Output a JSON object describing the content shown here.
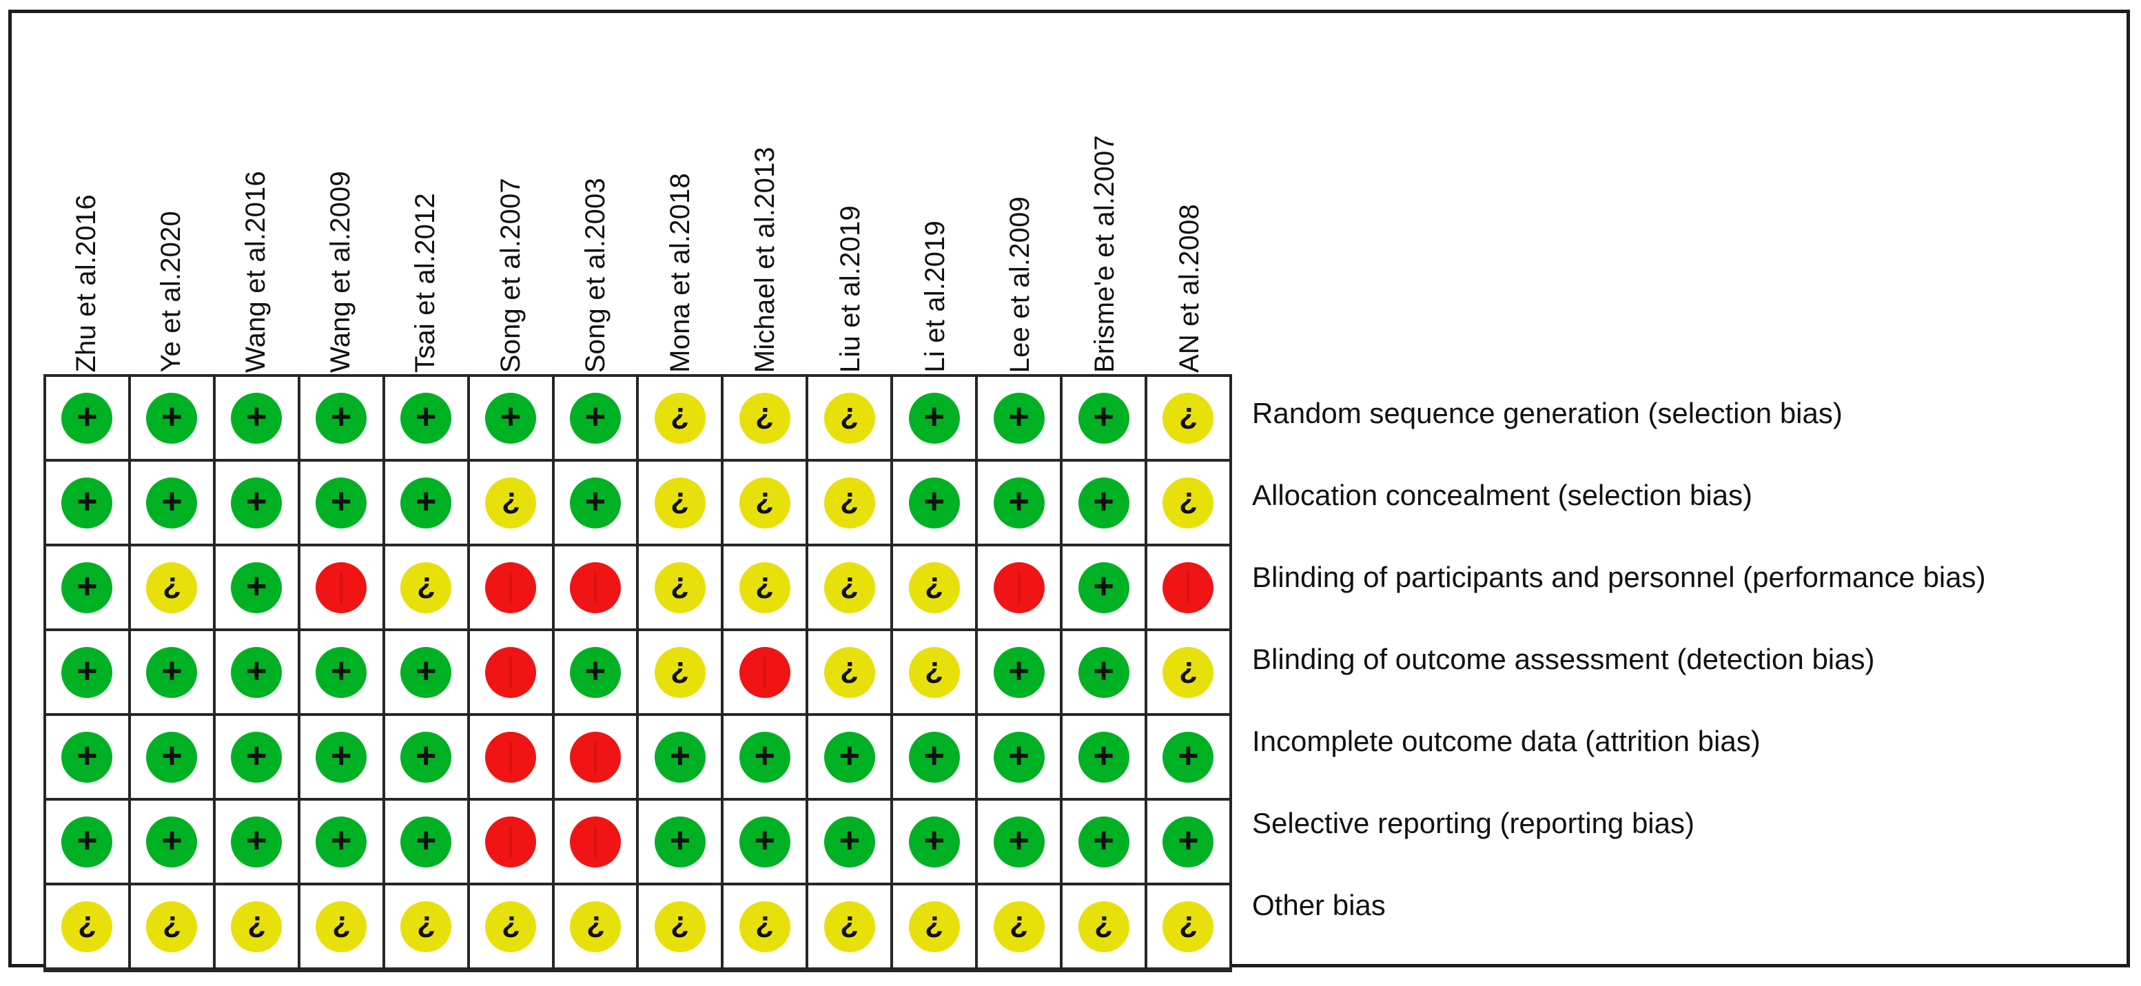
{
  "figure": {
    "kind": "risk-of-bias-summary",
    "colors": {
      "low_risk": "#00b123",
      "unclear_risk": "#e8e00b",
      "high_risk": "#f01414",
      "grid_line": "#262626",
      "text": "#111111",
      "background": "#ffffff"
    },
    "glyphs": {
      "low_risk": "+",
      "unclear_risk": "?",
      "high_risk": "–"
    }
  },
  "chart_data": {
    "type": "heatmap",
    "title": "",
    "xlabel": "",
    "ylabel": "",
    "legend": [],
    "categories": [
      "Zhu et al.2016",
      "Ye et al.2020",
      "Wang et al.2016",
      "Wang et al.2009",
      "Tsai et al.2012",
      "Song et al.2007",
      "Song et al.2003",
      "Mona et al.2018",
      "Michael et al.2013",
      "Liu et al.2019",
      "Li et al.2019",
      "Lee et al.2009",
      "Brisme'e et al.2007",
      "AN et al.2008"
    ],
    "rows": [
      "Random sequence generation (selection bias)",
      "Allocation concealment (selection bias)",
      "Blinding of participants and personnel (performance bias)",
      "Blinding of outcome assessment (detection bias)",
      "Incomplete outcome data (attrition bias)",
      "Selective reporting (reporting bias)",
      "Other bias"
    ],
    "value_scale": {
      "low": "Low risk of bias",
      "unclear": "Unclear risk of bias",
      "high": "High risk of bias"
    },
    "series": [
      {
        "name": "Random sequence generation (selection bias)",
        "values": [
          "low",
          "low",
          "low",
          "low",
          "low",
          "low",
          "low",
          "unclear",
          "unclear",
          "unclear",
          "low",
          "low",
          "low",
          "unclear"
        ]
      },
      {
        "name": "Allocation concealment (selection bias)",
        "values": [
          "low",
          "low",
          "low",
          "low",
          "low",
          "unclear",
          "low",
          "unclear",
          "unclear",
          "unclear",
          "low",
          "low",
          "low",
          "unclear"
        ]
      },
      {
        "name": "Blinding of participants and personnel (performance bias)",
        "values": [
          "low",
          "unclear",
          "low",
          "high",
          "unclear",
          "high",
          "high",
          "unclear",
          "unclear",
          "unclear",
          "unclear",
          "high",
          "low",
          "high"
        ]
      },
      {
        "name": "Blinding of outcome assessment (detection bias)",
        "values": [
          "low",
          "low",
          "low",
          "low",
          "low",
          "high",
          "low",
          "unclear",
          "high",
          "unclear",
          "unclear",
          "low",
          "low",
          "unclear"
        ]
      },
      {
        "name": "Incomplete outcome data (attrition bias)",
        "values": [
          "low",
          "low",
          "low",
          "low",
          "low",
          "high",
          "high",
          "low",
          "low",
          "low",
          "low",
          "low",
          "low",
          "low"
        ]
      },
      {
        "name": "Selective reporting (reporting bias)",
        "values": [
          "low",
          "low",
          "low",
          "low",
          "low",
          "high",
          "high",
          "low",
          "low",
          "low",
          "low",
          "low",
          "low",
          "low"
        ]
      },
      {
        "name": "Other bias",
        "values": [
          "unclear",
          "unclear",
          "unclear",
          "unclear",
          "unclear",
          "unclear",
          "unclear",
          "unclear",
          "unclear",
          "unclear",
          "unclear",
          "unclear",
          "unclear",
          "unclear"
        ]
      }
    ]
  }
}
